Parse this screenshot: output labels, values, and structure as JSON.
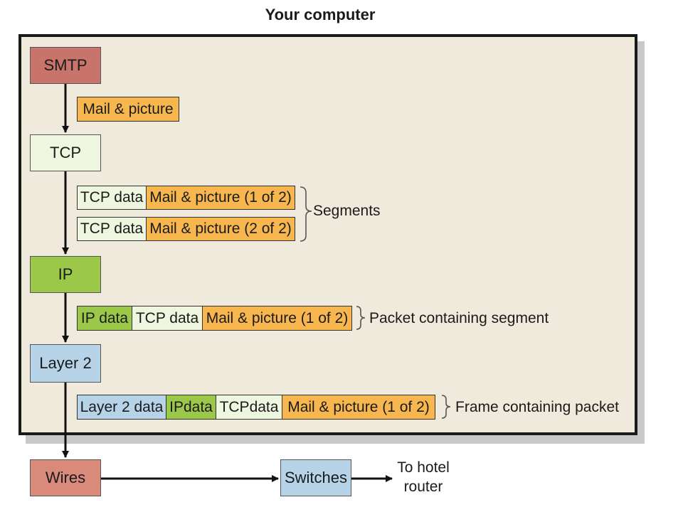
{
  "title": "Your computer",
  "colors": {
    "smtp": "#c9746a",
    "tcp": "#eef6df",
    "ip": "#9cc84a",
    "layer2": "#b6d3e7",
    "payload": "#f7b64e",
    "panel": "#efeadb",
    "wires": "#d98a7b"
  },
  "layers": {
    "smtp": "SMTP",
    "tcp": "TCP",
    "ip": "IP",
    "layer2": "Layer 2",
    "wires": "Wires",
    "switches": "Switches"
  },
  "smtp_data": {
    "payload": "Mail & picture"
  },
  "segments": {
    "rows": [
      {
        "header": "TCP data",
        "payload": "Mail & picture (1 of 2)"
      },
      {
        "header": "TCP data",
        "payload": "Mail & picture (2 of 2)"
      }
    ],
    "label": "Segments"
  },
  "packet": {
    "ip": "IP data",
    "tcp": "TCP data",
    "payload": "Mail & picture (1 of 2)",
    "label": "Packet containing segment"
  },
  "frame": {
    "l2": "Layer 2 data",
    "ip": "IPdata",
    "tcp": "TCPdata",
    "payload": "Mail & picture (1 of 2)",
    "label": "Frame containing packet"
  },
  "destination": {
    "line1": "To hotel",
    "line2": "router"
  }
}
